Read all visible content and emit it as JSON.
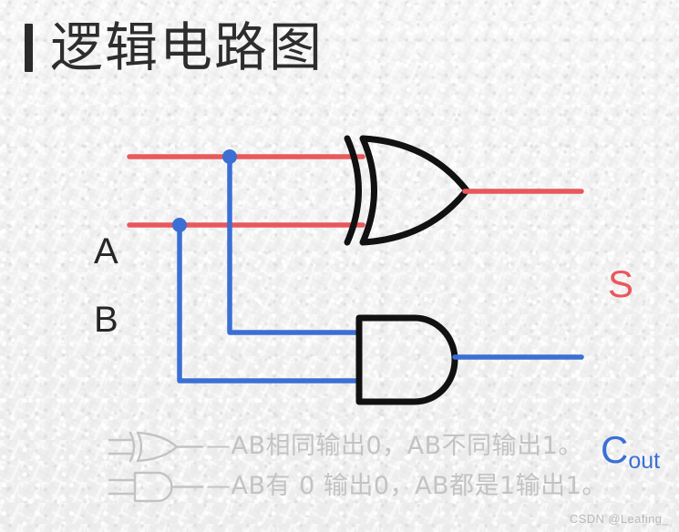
{
  "title": {
    "text": "逻辑电路图",
    "accent_color": "#2b2b2b"
  },
  "colors": {
    "background": "#f2f2f2",
    "wire_red": "#e8585c",
    "wire_blue": "#3b6fd4",
    "gate_outline": "#111111",
    "caption_gray": "#c3c3c3",
    "label_dark": "#262626"
  },
  "circuit": {
    "inputs": [
      {
        "name": "input-a",
        "label": "A"
      },
      {
        "name": "input-b",
        "label": "B"
      }
    ],
    "gates": [
      {
        "name": "xor-gate",
        "type": "XOR",
        "output": "S"
      },
      {
        "name": "and-gate",
        "type": "AND",
        "output": "Cout"
      }
    ],
    "outputs": [
      {
        "name": "output-s",
        "label": "S",
        "color": "#e8585c"
      },
      {
        "name": "output-cout",
        "label": "C",
        "subscript": "out",
        "color": "#3b6fd4"
      }
    ]
  },
  "captions": [
    {
      "icon": "xor-gate-icon",
      "text": "—AB相同输出0，AB不同输出1。"
    },
    {
      "icon": "and-gate-icon",
      "text": "—AB有 0 输出0，AB都是1输出1。"
    }
  ],
  "watermark": "CSDN @Leafing_"
}
